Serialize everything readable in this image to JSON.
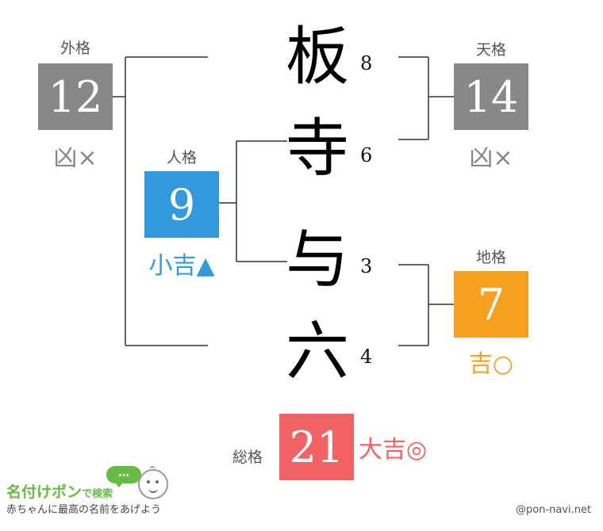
{
  "name_chars": [
    {
      "char": "板",
      "strokes": "8"
    },
    {
      "char": "寺",
      "strokes": "6"
    },
    {
      "char": "与",
      "strokes": "3"
    },
    {
      "char": "六",
      "strokes": "4"
    }
  ],
  "gaikaku": {
    "label": "外格",
    "value": "12",
    "fortune": "凶×",
    "color": "#888888",
    "fortune_color": "#888888"
  },
  "jinkaku": {
    "label": "人格",
    "value": "9",
    "fortune": "小吉▲",
    "color": "#3399dd",
    "fortune_color": "#3399dd"
  },
  "tenkaku": {
    "label": "天格",
    "value": "14",
    "fortune": "凶×",
    "color": "#888888",
    "fortune_color": "#888888"
  },
  "chikaku": {
    "label": "地格",
    "value": "7",
    "fortune": "吉○",
    "color": "#f5a020",
    "fortune_color": "#f5a020"
  },
  "soukaku": {
    "label": "総格",
    "value": "21",
    "fortune": "大吉◎",
    "color": "#f26262",
    "fortune_color": "#f26262"
  },
  "branding": {
    "logo_name": "名付けポン",
    "logo_search": "で検索",
    "bubble": "…",
    "tagline": "赤ちゃんに最高の名前をあげよう",
    "credit": "@pon-navi.net",
    "brand_color": "#66bb44"
  }
}
